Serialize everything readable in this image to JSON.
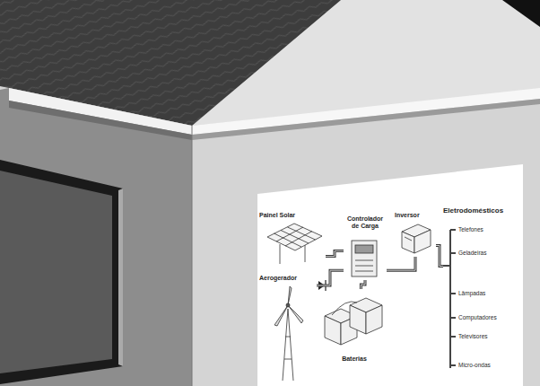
{
  "diagram": {
    "nodes": [
      {
        "text": [
          "Painel Solar"
        ]
      },
      {
        "text": [
          "Aerogerador"
        ]
      },
      {
        "text": [
          "Controlador de Carga"
        ]
      },
      {
        "text": [
          "Baterias"
        ]
      },
      {
        "text": [
          "Inversor"
        ]
      },
      {
        "text": [
          "Eletrodomésticos"
        ]
      }
    ],
    "edges": [
      {
        "from": 0,
        "to": 2,
        "arrow": "none"
      },
      {
        "from": 1,
        "to": 2,
        "arrow": "none"
      },
      {
        "from": 2,
        "to": 3,
        "arrow": "none"
      },
      {
        "from": 2,
        "to": 4,
        "arrow": "none"
      },
      {
        "from": 4,
        "to": 5,
        "arrow": "none"
      }
    ],
    "labels": [
      "Telefones",
      "Geladeiras",
      "Lâmpadas",
      "Computadores",
      "Televisores",
      "Micro-ondas"
    ]
  }
}
